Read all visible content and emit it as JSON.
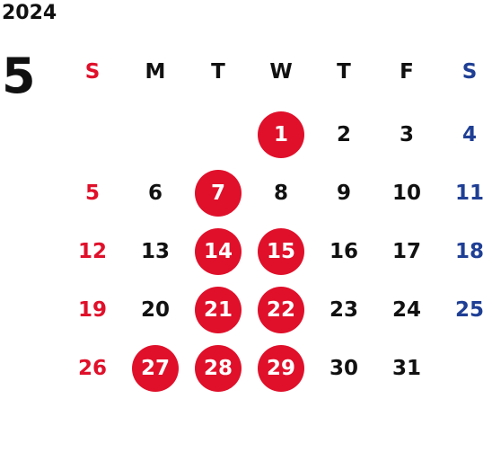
{
  "year": "2024",
  "month": "5",
  "weekdays": [
    "S",
    "M",
    "T",
    "W",
    "T",
    "F",
    "S"
  ],
  "colors": {
    "sunday": "#e0102a",
    "saturday": "#1f3f95",
    "weekday": "#111111",
    "highlight_bg": "#e0102a",
    "highlight_text": "#ffffff"
  },
  "weeks": [
    [
      null,
      null,
      null,
      "1",
      "2",
      "3",
      "4"
    ],
    [
      "5",
      "6",
      "7",
      "8",
      "9",
      "10",
      "11"
    ],
    [
      "12",
      "13",
      "14",
      "15",
      "16",
      "17",
      "18"
    ],
    [
      "19",
      "20",
      "21",
      "22",
      "23",
      "24",
      "25"
    ],
    [
      "26",
      "27",
      "28",
      "29",
      "30",
      "31",
      null
    ]
  ],
  "highlighted": [
    "1",
    "7",
    "14",
    "15",
    "21",
    "22",
    "27",
    "28",
    "29"
  ]
}
